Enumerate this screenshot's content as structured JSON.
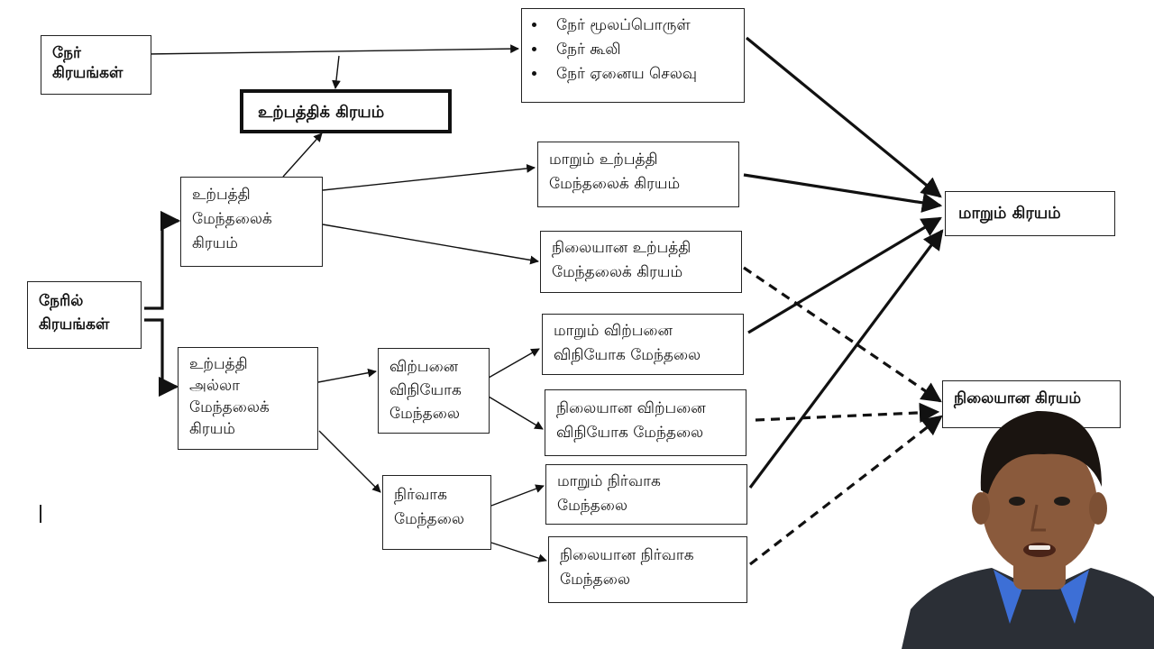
{
  "diagram": {
    "direct_costs": [
      "நேர்",
      "கிரயங்கள்"
    ],
    "production_cost": "உற்பத்திக் கிரயம்",
    "direct_items": [
      "நேர் மூலப்பொருள்",
      "நேர் கூலி",
      "நேர் ஏனைய செலவு"
    ],
    "indirect_costs": [
      "நேரில்",
      "கிரயங்கள்"
    ],
    "production_overhead": [
      "உற்பத்தி",
      "மேந்தலைக்",
      "கிரயம்"
    ],
    "variable_production_overhead": [
      "மாறும் உற்பத்தி",
      "மேந்தலைக் கிரயம்"
    ],
    "fixed_production_overhead": [
      "நிலையான உற்பத்தி",
      "மேந்தலைக் கிரயம்"
    ],
    "non_production_overhead": [
      "உற்பத்தி",
      "அல்லா",
      "மேந்தலைக்",
      "கிரயம்"
    ],
    "selling_distribution": [
      "விற்பனை",
      "விநியோக",
      "மேந்தலை"
    ],
    "variable_selling": [
      "மாறும் விற்பனை",
      "விநியோக மேந்தலை"
    ],
    "fixed_selling": [
      "நிலையான விற்பனை",
      "விநியோக மேந்தலை"
    ],
    "administration": [
      "நிர்வாக",
      "மேந்தலை"
    ],
    "variable_admin": [
      "மாறும் நிர்வாக",
      "மேந்தலை"
    ],
    "fixed_admin": [
      "நிலையான நிர்வாக",
      "மேந்தலை"
    ],
    "variable_cost": "மாறும் கிரயம்",
    "fixed_cost": "நிலையான கிரயம்"
  },
  "colors": {
    "line": "#111111",
    "shirt": "#2b2f36",
    "collar": "#3d6fd6",
    "skin": "#8a5a3c",
    "hair": "#1a1410"
  }
}
